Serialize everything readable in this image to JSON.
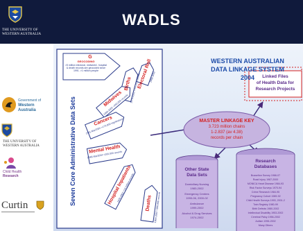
{
  "header": {
    "title": "WADLS",
    "university": "THE UNIVERSITY OF WESTERN AUSTRALIA"
  },
  "logos": [
    {
      "name": "Government of Western Australia",
      "line1": "Government of",
      "line2": "Western",
      "line3": "Australia"
    },
    {
      "name": "The University of Western Australia",
      "text": "THE UNIVERSITY OF WESTERN AUSTRALIA"
    },
    {
      "name": "Child Health Research",
      "line1": "Child Health",
      "line2": "Research"
    },
    {
      "name": "Curtin",
      "text": "Curtin"
    }
  ],
  "system": {
    "line1": "WESTERN AUSTRALIAN",
    "line2": "DATA LINKAGE SYSTEM",
    "year": "2004"
  },
  "core": {
    "vertical_label": "Seven Core Administrative Data Sets",
    "geocoding": {
      "title": "GEOCODING",
      "text": ">5 million electoral, midwives', hospital & death records are geocoded since 1991. >1 million people"
    },
    "arrows": [
      {
        "title": "Midwives",
        "detail": "1980-2002 >250,000 records"
      },
      {
        "title": "Births",
        "detail": "1974-2002 >700,000 records"
      },
      {
        "title": "Electoral Roll",
        "detail": "1988-2002"
      },
      {
        "title": "Cancers",
        "detail": "1981-Mar2004 >173,000 registrations"
      },
      {
        "title": "Mental Health",
        "detail": "1966-Mar2004 >200,000 records"
      },
      {
        "title": "Hospital Inpatients",
        "detail": "1970-2002 >14 million records"
      },
      {
        "title": "Deaths",
        "detail": "1969-2002 >300,000 records"
      }
    ]
  },
  "master": {
    "title": "MASTER LINKAGE KEY",
    "line1": "3.723 million chains",
    "line2": "1-2.837 (av 4.38)",
    "line3": "records per chain"
  },
  "linked": {
    "line1": "Linked Files",
    "line2": "of Health Data for",
    "line3": "Research Projects"
  },
  "other": {
    "title_line1": "Other State",
    "title_line2": "Data Sets",
    "items": [
      "Domiciliary Nursing",
      "1983-2002",
      "Emergency Centres",
      "1990-06, 2000-02",
      "Ambulance",
      "1999-2002",
      "Alcohol & Drug Services",
      "1974-2002"
    ]
  },
  "research": {
    "title_line1": "Research",
    "title_line2": "Databases",
    "items": [
      "Busselton Survey 1966-07",
      "Road Injury 1987-2000",
      "MONICA Heart Disease 1984-93",
      "Risk Factor Surveys 1970-94",
      "Crime Research 1984-95",
      "Pregnancy Cohort 1989-92",
      "Child Health Surveys 1993, 2001-2",
      "Twin Registry 1980-99",
      "Birth Defects 1980-2002",
      "Intellectual Disability 1953-2002",
      "Cerebral Palsy 1956-2002",
      "Autism 1996-2002",
      "Many Others"
    ]
  },
  "colors": {
    "header": "#101a3c",
    "title_blue": "#1b4aa8",
    "red": "#d42020",
    "purple": "#5a2a8a",
    "ellipse": "#c6b4e0",
    "core_box": "#ffffff",
    "cylinder": "#c8b4e4"
  }
}
